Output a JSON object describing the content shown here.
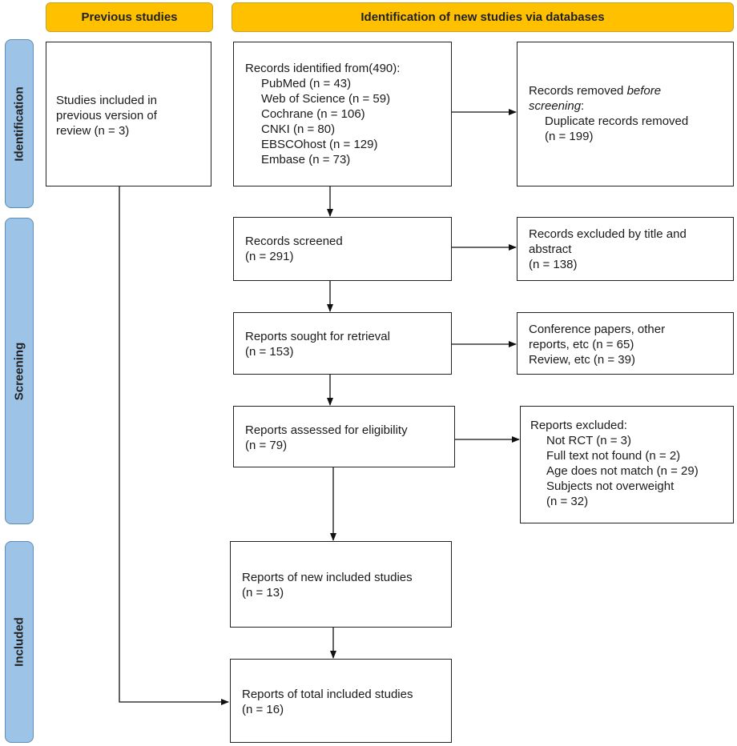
{
  "headers": {
    "previous": "Previous studies",
    "databases": "Identification of new studies via databases"
  },
  "phases": {
    "identification": "Identification",
    "screening": "Screening",
    "included": "Included"
  },
  "boxes": {
    "previous_included": [
      "Studies included in",
      "previous version of",
      "review (n = 3)"
    ],
    "records_identified": {
      "title": "Records identified from(490):",
      "sources": [
        "PubMed (n = 43)",
        "Web of Science (n = 59)",
        "Cochrane (n = 106)",
        "CNKI (n = 80)",
        "EBSCOhost (n = 129)",
        "Embase (n = 73)"
      ]
    },
    "records_removed": {
      "line1_prefix": "Records removed ",
      "line1_em": "before",
      "line2_em": "screening",
      "line2_suffix": ":",
      "detail": [
        "Duplicate records removed",
        "(n = 199)"
      ]
    },
    "records_screened": [
      "Records screened",
      "(n = 291)"
    ],
    "records_excluded": [
      "Records excluded by title and",
      "abstract",
      "(n = 138)"
    ],
    "sought_retrieval": [
      "Reports sought for retrieval",
      "(n = 153)"
    ],
    "not_retrieved": [
      "Conference papers, other",
      "reports, etc (n = 65)",
      "Review, etc (n = 39)"
    ],
    "assessed_eligibility": [
      "Reports assessed for eligibility",
      "(n = 79)"
    ],
    "reports_excluded": {
      "title": "Reports excluded:",
      "reasons": [
        "Not RCT (n = 3)",
        "Full text not found (n = 2)",
        "Age does not match (n = 29)",
        "Subjects not overweight",
        "(n = 32)"
      ]
    },
    "new_included": [
      "Reports of new included studies",
      "(n = 13)"
    ],
    "total_included": [
      "Reports of total included studies",
      "(n = 16)"
    ]
  }
}
